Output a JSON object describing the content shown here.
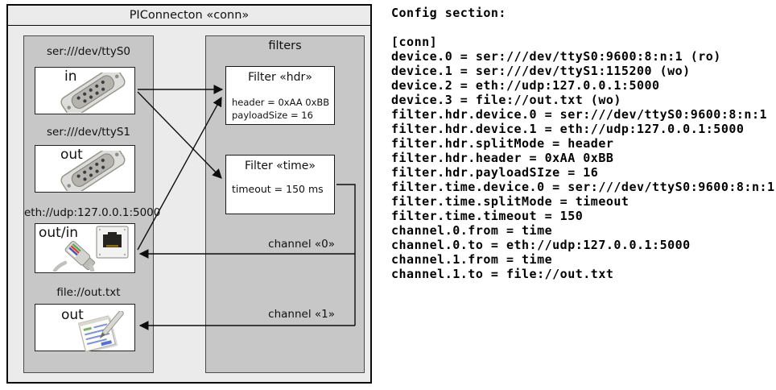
{
  "colors": {
    "outer_bg": "#ebebeb",
    "panel_bg": "#c7c7c7",
    "box_bg": "#ffffff",
    "panel_border": "#4a4a4a",
    "line_color": "#0d0d0d"
  },
  "diagram": {
    "title": "PIConnecton «conn»",
    "filters_panel_label": "filters",
    "devices": [
      {
        "uri": "ser:///dev/ttyS0",
        "direction": "in",
        "icon": "serial-connector-icon"
      },
      {
        "uri": "ser:///dev/ttyS1",
        "direction": "out",
        "icon": "serial-connector-icon"
      },
      {
        "uri": "eth://udp:127.0.0.1:5000",
        "direction": "out/in",
        "icon": "ethernet-jack-icon"
      },
      {
        "uri": "file://out.txt",
        "direction": "out",
        "icon": "notepad-pen-icon"
      }
    ],
    "filters": [
      {
        "title": "Filter «hdr»",
        "attributes": [
          "header = 0xAA 0xBB",
          "payloadSize = 16"
        ]
      },
      {
        "title": "Filter «time»",
        "attributes": [
          "timeout = 150 ms"
        ]
      }
    ],
    "channels": [
      {
        "label": "channel «0»"
      },
      {
        "label": "channel «1»"
      }
    ]
  },
  "config": {
    "heading": "Config section:",
    "lines": [
      "[conn]",
      "device.0 = ser:///dev/ttyS0:9600:8:n:1 (ro)",
      "device.1 = ser:///dev/ttyS1:115200 (wo)",
      "device.2 = eth://udp:127.0.0.1:5000",
      "device.3 = file://out.txt (wo)",
      "filter.hdr.device.0 = ser:///dev/ttyS0:9600:8:n:1",
      "filter.hdr.device.1 = eth://udp:127.0.0.1:5000",
      "filter.hdr.splitMode = header",
      "filter.hdr.header = 0xAA 0xBB",
      "filter.hdr.payloadSIze = 16",
      "filter.time.device.0 = ser:///dev/ttyS0:9600:8:n:1",
      "filter.time.splitMode = timeout",
      "filter.time.timeout = 150",
      "channel.0.from = time",
      "channel.0.to = eth://udp:127.0.0.1:5000",
      "channel.1.from = time",
      "channel.1.to = file://out.txt"
    ]
  }
}
